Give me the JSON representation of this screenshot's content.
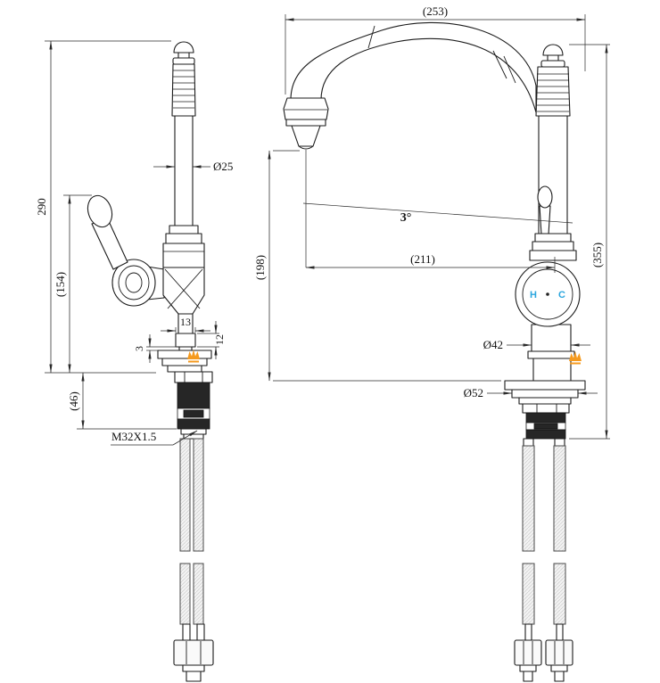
{
  "colors": {
    "ink": "#1b1b1b",
    "dim_line": "#2a2a2a",
    "hot_cold_blue": "#2ba6de",
    "brand_orange": "#f59a1e",
    "shank_dark": "#262626"
  },
  "left_view": {
    "dims": {
      "overall_height": "290",
      "body_height": "(154)",
      "shank_length": "(46)",
      "column_diameter": "Ø25",
      "outlet_width": "13",
      "outlet_height": "12",
      "base_gap": "3",
      "thread_spec": "M32X1.5"
    }
  },
  "right_view": {
    "dims": {
      "overall_reach": "(253)",
      "spout_height": "(198)",
      "spout_reach": "(211)",
      "spout_angle": "3°",
      "body_diameter": "Ø42",
      "flange_diameter": "Ø52",
      "overall_height": "(355)"
    },
    "hot_label": "H",
    "cold_label": "C"
  }
}
